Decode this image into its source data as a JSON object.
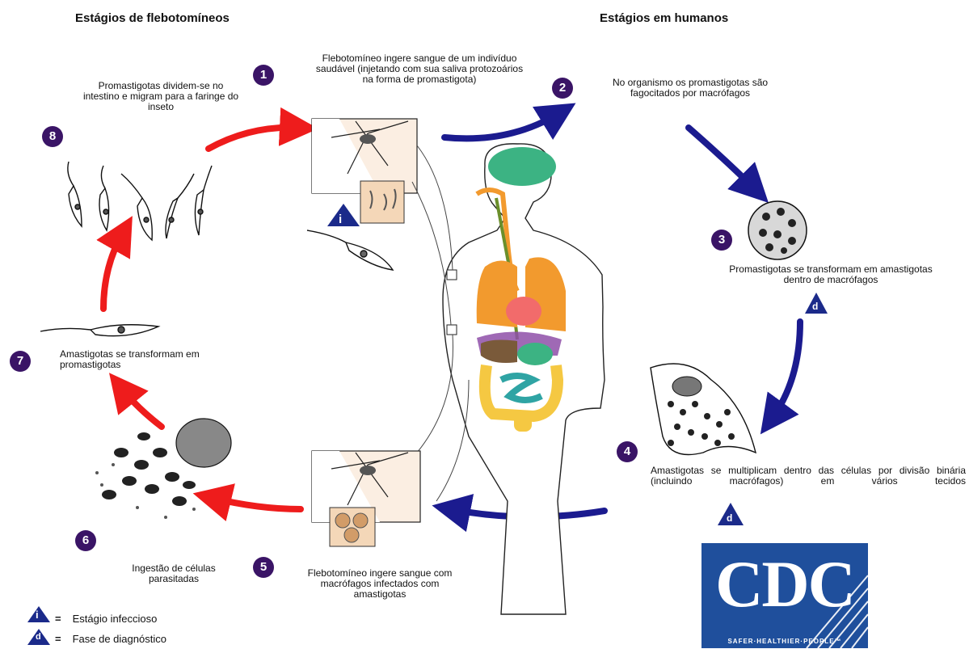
{
  "headings": {
    "sandfly_stages": "Estágios de flebotomíneos",
    "human_stages": "Estágios em humanos"
  },
  "steps": [
    {
      "number": "1",
      "text": "Flebotomíneo ingere sangue de um indivíduo saudável (injetando com sua saliva protozoários na forma de promastigota)"
    },
    {
      "number": "2",
      "text": "No organismo os promastigotas são fagocitados por macrófagos"
    },
    {
      "number": "3",
      "text": "Promastigotas se transformam em amastigotas dentro de macrófagos"
    },
    {
      "number": "4",
      "text": "Amastigotas se multiplicam dentro das células por divisão binária (incluindo macrófagos) em vários tecidos"
    },
    {
      "number": "5",
      "text": "Flebotomíneo ingere sangue com macrófagos infectados com amastigotas"
    },
    {
      "number": "6",
      "text": "Ingestão de células parasitadas"
    },
    {
      "number": "7",
      "text": "Amastigotas se transformam em promastigotas"
    },
    {
      "number": "8",
      "text": "Promastigotas dividem-se no intestino e migram para a faringe do inseto"
    }
  ],
  "markers": {
    "infective_symbol": "i",
    "diagnostic_symbol": "d"
  },
  "legend": {
    "equals": "=",
    "infective": "Estágio infeccioso",
    "diagnostic": "Fase de diagnóstico"
  },
  "logo": {
    "wordmark": "CDC",
    "tagline": "SAFER·HEALTHIER·PEOPLE™"
  },
  "colors": {
    "sandfly_arrow": "#ee1c1c",
    "human_arrow": "#1b1b8f",
    "step_badge": "#3a1466",
    "marker_triangle": "#1b2a8a",
    "cdc_blue": "#1f4f9c"
  }
}
